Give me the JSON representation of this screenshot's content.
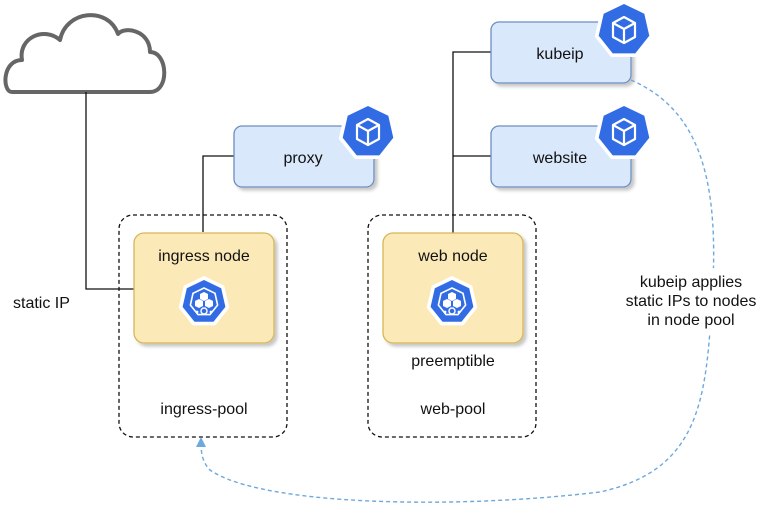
{
  "cloud": {
    "icon": "cloud-icon"
  },
  "labels": {
    "static_ip": "static IP",
    "annotation_lines": [
      "kubeip applies",
      "static IPs to nodes",
      "in node pool"
    ]
  },
  "pools": {
    "ingress": {
      "label": "ingress-pool"
    },
    "web": {
      "label": "web-pool"
    }
  },
  "nodes": {
    "ingress": {
      "label": "ingress node",
      "icon": "kubernetes-node-icon"
    },
    "web": {
      "label": "web node",
      "sublabel": "preemptible",
      "icon": "kubernetes-node-icon"
    }
  },
  "services": {
    "proxy": {
      "label": "proxy",
      "icon": "kubernetes-pod-icon"
    },
    "kubeip": {
      "label": "kubeip",
      "icon": "kubernetes-pod-icon"
    },
    "website": {
      "label": "website",
      "icon": "kubernetes-pod-icon"
    }
  },
  "colors": {
    "node_fill": "#fbe9b7",
    "node_stroke": "#d6b656",
    "service_fill": "#dae8fc",
    "service_stroke": "#6c8ebf",
    "k8s_blue": "#326ce5",
    "dashed_arrow": "#6fa8dc",
    "line": "#111111"
  }
}
